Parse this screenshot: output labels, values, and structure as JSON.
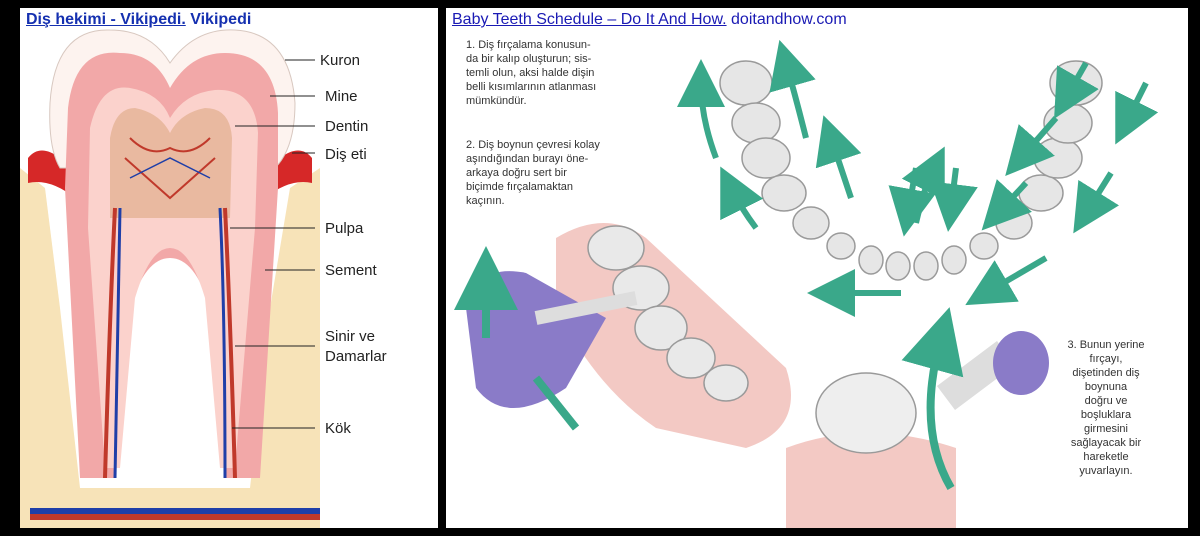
{
  "left_panel": {
    "caption_title": "Diş hekimi - Vikipedi.",
    "caption_source": "Vikipedi",
    "labels": {
      "kuron": "Kuron",
      "mine": "Mine",
      "dentin": "Dentin",
      "dis_eti": "Diş  eti",
      "pulpa": "Pulpa",
      "sement": "Sement",
      "sinir_ve": "Sinir ve",
      "damarlar": "Damarlar",
      "kok": "Kök"
    }
  },
  "right_panel": {
    "caption_title": "Baby Teeth Schedule – Do It And How.",
    "caption_source": "doitandhow.com",
    "tip1": "1. Diş fırçalama konusun-\nda bir kalıp oluşturun; sis-\ntemli olun, aksi halde dişin\nbelli kısımlarının atlanması\nmümkündür.",
    "tip2": "2. Diş boynun çevresi kolay\naşındığından burayı öne-\narkaya doğru sert bir\nbiçimde fırçalamaktan\nkaçının.",
    "tip3": "3. Bunun yerine\nfırçayı,\ndişetinden diş\nboynuna\ndoğru ve\nboşluklara\ngirmesini\nsağlayacak bir\nhareketle\nyuvarlayın."
  },
  "colors": {
    "link": "#1a0dab",
    "arrow": "#3aa88a",
    "enamel": "#fbe9e1",
    "dentin": "#f2a8a8",
    "bone": "#f7e3b8",
    "brush": "#8a7bc8"
  }
}
